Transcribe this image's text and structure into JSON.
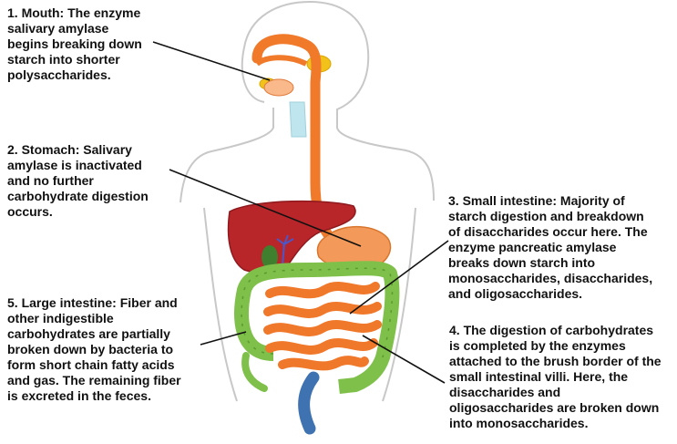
{
  "labels": {
    "mouth": "1. Mouth: The enzyme\nsalivary amylase\nbegins breaking down\nstarch into shorter\npolysaccharides.",
    "stomach": "2. Stomach: Salivary\namylase is inactivated\nand no further\ncarbohydrate digestion\noccurs.",
    "small_intestine": "3. Small intestine: Majority of\nstarch digestion and breakdown\nof disaccharides occur here. The\nenzyme pancreatic amylase\nbreaks down starch into\nmonosaccharides, disaccharides,\nand oligosaccharides.",
    "large_intestine": "5. Large intestine: Fiber and\nother indigestible\ncarbohydrates are partially\nbroken down by bacteria to\nform short chain fatty acids\nand gas. The remaining fiber\nis excreted in the feces.",
    "brush_border": "4. The digestion of carbohydrates\nis completed by the enzymes\nattached to the brush border of the\nsmall intestinal villi. Here, the\ndisaccharides and\noligosaccharides are broken down\ninto monosaccharides."
  },
  "colors": {
    "body_outline": "#c8c8c8",
    "esophagus": "#f07a2a",
    "stomach": "#f39a5a",
    "liver": "#b8262a",
    "gallbladder": "#3f7f2e",
    "ducts": "#4a57c9",
    "large_intestine": "#7fc04a",
    "small_intestine": "#f0782a",
    "salivary_gland": "#f2c21a",
    "trachea": "#bfe6ee",
    "rectum": "#3f72b0",
    "leader_line": "#111111"
  }
}
